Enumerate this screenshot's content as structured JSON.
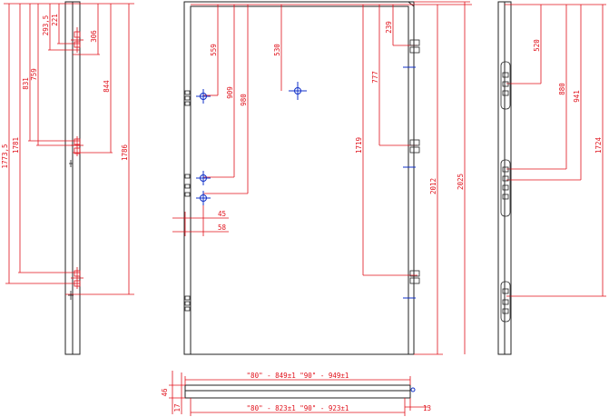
{
  "colors": {
    "frame": "#222222",
    "dimension": "#e0101a",
    "marker": "#1030c8",
    "background": "#ffffff"
  },
  "dimensions": {
    "left_view": [
      "1773,5",
      "1781",
      "831",
      "759",
      "293,5",
      "221",
      "306",
      "844",
      "1786"
    ],
    "front_view": [
      "559",
      "909",
      "980",
      "530",
      "45",
      "58",
      "239",
      "777",
      "1719",
      "2012",
      "2025"
    ],
    "right_view": [
      "520",
      "880",
      "941",
      "1724"
    ],
    "bottom_view": {
      "top_line": "\"80\" - 849±1    \"90\" - 949±1",
      "bottom_line": "\"80\" - 823±1    \"90\" - 923±1",
      "left_top": "46",
      "left_bottom": "17",
      "right": "13"
    }
  }
}
